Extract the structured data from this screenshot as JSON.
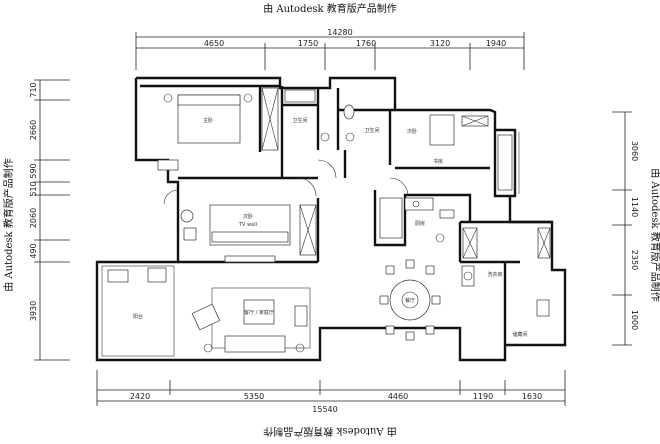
{
  "watermark": {
    "top": "由 Autodesk 教育版产品制作",
    "bottom": "由 Autodesk 教育版产品制作",
    "left": "由 Autodesk 教育版产品制作",
    "right": "由 Autodesk 教育版产品制作"
  },
  "dimensions": {
    "top_total": "14280",
    "top_segments": [
      "4650",
      "1750",
      "1760",
      "3120",
      "1940"
    ],
    "bottom_total": "15540",
    "bottom_segments": [
      "2420",
      "5350",
      "4460",
      "1190",
      "1630"
    ],
    "left_segments": [
      "710",
      "2660",
      "590",
      "510",
      "2060",
      "490",
      "3930"
    ],
    "right_segments": [
      "3060",
      "1140",
      "2350",
      "1000"
    ]
  },
  "rooms": {
    "master_bedroom": "主卧",
    "second_bedroom": "次卧",
    "bedroom_top_right": "次卧",
    "study": "书房",
    "living_room": "客厅 / 家庭厅",
    "balcony": "阳台",
    "bathroom_1": "卫生间",
    "bathroom_2": "卫生间",
    "kitchen": "厨房",
    "dining": "餐厅",
    "laundry": "洗衣房",
    "storage": "储藏间",
    "tv_wall": "TV wall"
  }
}
